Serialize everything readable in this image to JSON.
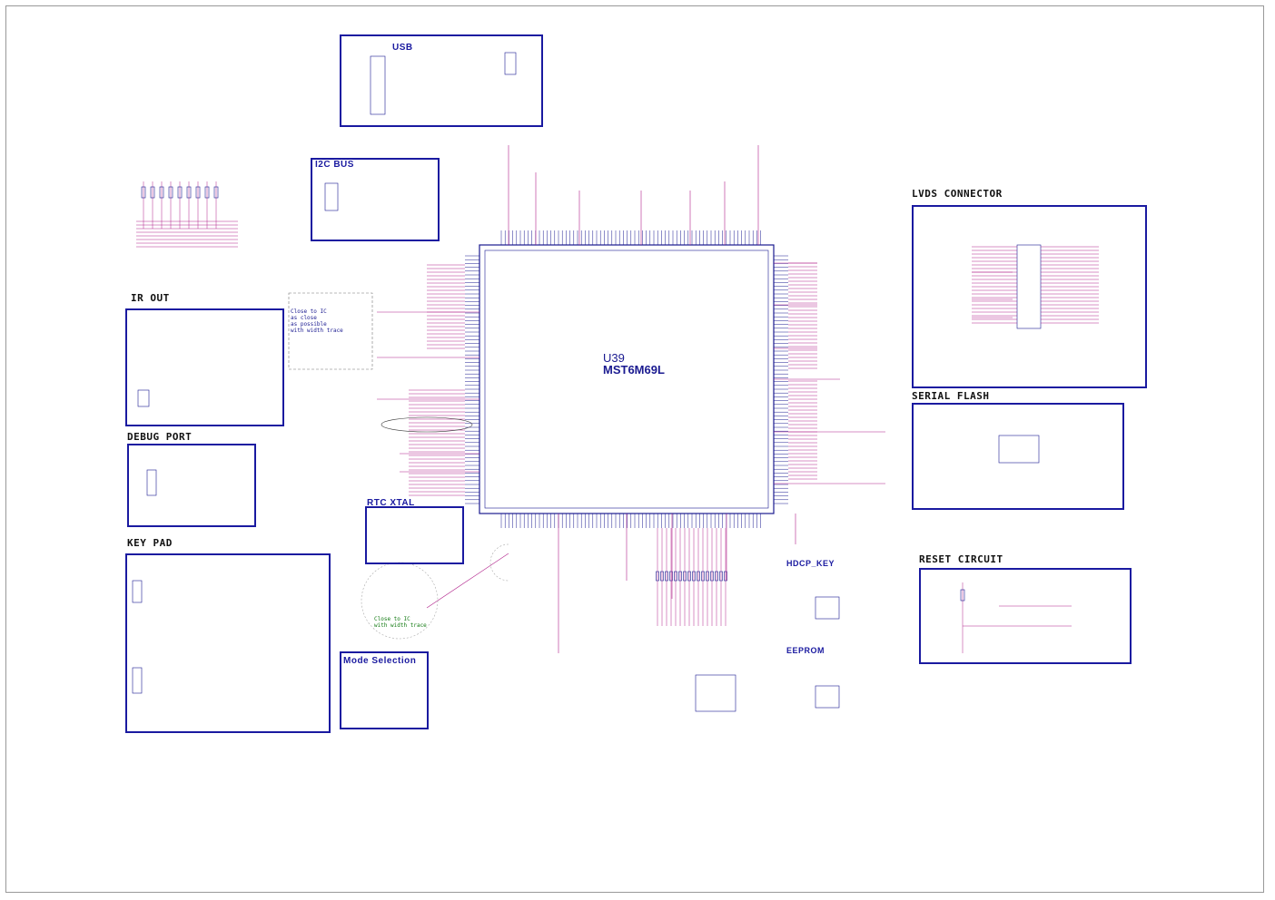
{
  "sheet": {
    "blocks": {
      "usb": "USB",
      "i2c_bus": "I2C BUS",
      "ir_out": "IR OUT",
      "debug_port": "DEBUG PORT",
      "key_pad": "KEY PAD",
      "rtc_xtal": "RTC XTAL",
      "mode_selection": "Mode Selection",
      "lvds_connector": "LVDS CONNECTOR",
      "serial_flash": "SERIAL FLASH",
      "hdcp_key": "HDCP_KEY",
      "eeprom": "EEPROM",
      "reset_circuit": "RESET CIRCUIT"
    },
    "main_ic": {
      "ref": "U39",
      "part": "MST6M69L"
    },
    "notes": {
      "close_to_ic_1": "Close to IC\nas close\nas possible\nwith width trace",
      "close_to_ic_2": "Close to IC\nwith width trace"
    },
    "colors": {
      "block_border": "#1a1aa0",
      "net_label": "#b00000",
      "wire": "#b0208a",
      "component": "#1a1a90",
      "frame": "#999999"
    }
  }
}
